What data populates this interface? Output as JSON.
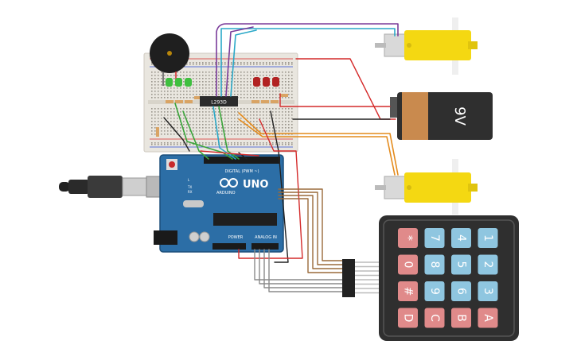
{
  "colors": {
    "breadboard": "#e9e6df",
    "arduino": "#2c6ea6",
    "arduino_dark": "#1d4f7a",
    "motor_yellow": "#f4d812",
    "battery_body": "#2f2f2f",
    "battery_cap": "#c98a4e",
    "keypad_frame": "#2f2f2f",
    "key_blue": "#8fc6e0",
    "key_red": "#e08a8a",
    "wire_red": "#d42a2a",
    "wire_black": "#222222",
    "wire_orange": "#e48b1c",
    "wire_green": "#3aa43a",
    "wire_purple": "#7a3b9a",
    "wire_cyan": "#2aa8c8",
    "wire_brown": "#9a6a3a",
    "wire_gray": "#8a8a8a",
    "led_green": "#3fbf3f",
    "led_red": "#b22222"
  },
  "labels": {
    "ic_chip": "L293D",
    "battery": "9V",
    "arduino_logo": "ARDUINO",
    "arduino_model": "UNO",
    "digital_header": "DIGITAL (PWM ~)",
    "power_header": "POWER",
    "analog_header": "ANALOG IN",
    "tx": "TX",
    "rx": "RX",
    "l": "L"
  },
  "keypad": {
    "rows": [
      [
        "*",
        "7",
        "4",
        "1"
      ],
      [
        "0",
        "8",
        "5",
        "2"
      ],
      [
        "#",
        "9",
        "6",
        "3"
      ],
      [
        "D",
        "C",
        "B",
        "A"
      ]
    ],
    "red_keys": [
      "*",
      "0",
      "#",
      "D",
      "C",
      "B",
      "A"
    ]
  },
  "icons": {
    "buzzer": "buzzer-icon",
    "usb_cable": "usb-cable-icon",
    "dc_jack": "dc-jack-icon"
  }
}
